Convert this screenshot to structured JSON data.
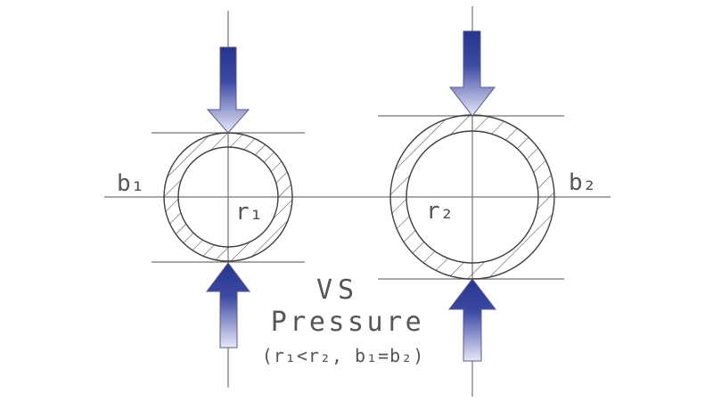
{
  "colors": {
    "arrow_dark": "#27348e",
    "arrow_mid": "#3c4aa4",
    "arrow_light": "#e8e8f9",
    "arrow_outline": "#5d5d82",
    "construction_line": "#757575",
    "outline": "#3f3f3f",
    "hatch": "#4a4a4a",
    "text": "#55555a"
  },
  "labels": {
    "left_wall_thickness": "b₁",
    "left_radius": "r₁",
    "right_radius": "r₂",
    "right_wall_thickness": "b₂"
  },
  "caption": {
    "line1": "VS",
    "line2": "Pressure",
    "line3": "(r₁<r₂, b₁=b₂)"
  }
}
